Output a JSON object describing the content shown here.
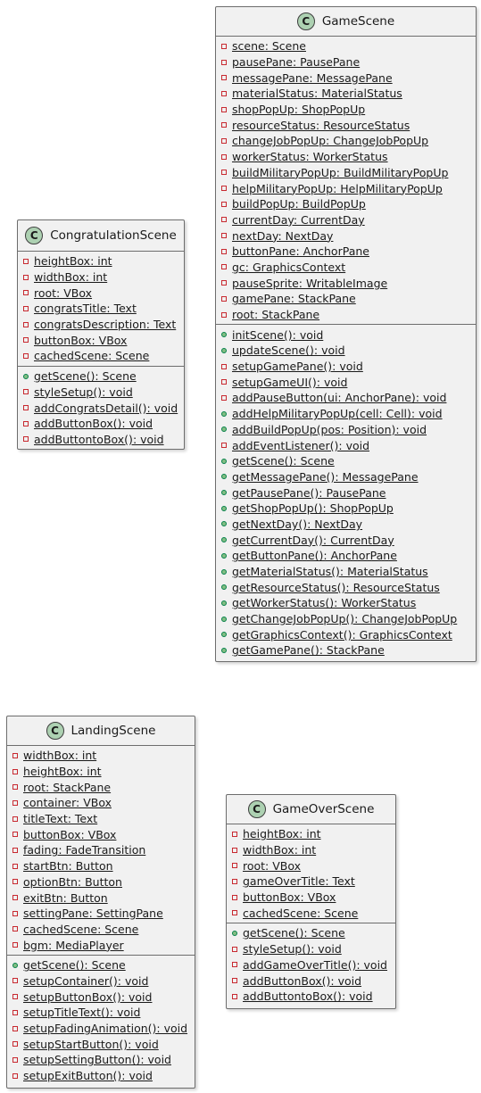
{
  "classes": {
    "congratulation": {
      "name": "CongratulationScene",
      "fields": [
        {
          "text": "heightBox: int",
          "visibility": "private"
        },
        {
          "text": "widthBox: int",
          "visibility": "private"
        },
        {
          "text": "root: VBox",
          "visibility": "private"
        },
        {
          "text": "congratsTitle: Text",
          "visibility": "private"
        },
        {
          "text": "congratsDescription: Text",
          "visibility": "private"
        },
        {
          "text": "buttonBox: VBox",
          "visibility": "private"
        },
        {
          "text": "cachedScene: Scene",
          "visibility": "private"
        }
      ],
      "methods": [
        {
          "text": "getScene(): Scene",
          "visibility": "public"
        },
        {
          "text": "styleSetup(): void",
          "visibility": "private"
        },
        {
          "text": "addCongratsDetail(): void",
          "visibility": "private"
        },
        {
          "text": "addButtonBox(): void",
          "visibility": "private"
        },
        {
          "text": "addButtontoBox(): void",
          "visibility": "private"
        }
      ]
    },
    "gameScene": {
      "name": "GameScene",
      "fields": [
        {
          "text": "scene: Scene",
          "visibility": "private"
        },
        {
          "text": "pausePane: PausePane",
          "visibility": "private"
        },
        {
          "text": "messagePane: MessagePane",
          "visibility": "private"
        },
        {
          "text": "materialStatus: MaterialStatus",
          "visibility": "private"
        },
        {
          "text": "shopPopUp: ShopPopUp",
          "visibility": "private"
        },
        {
          "text": "resourceStatus: ResourceStatus",
          "visibility": "private"
        },
        {
          "text": "changeJobPopUp: ChangeJobPopUp",
          "visibility": "private"
        },
        {
          "text": "workerStatus: WorkerStatus",
          "visibility": "private"
        },
        {
          "text": "buildMilitaryPopUp: BuildMilitaryPopUp",
          "visibility": "private"
        },
        {
          "text": "helpMilitaryPopUp: HelpMilitaryPopUp",
          "visibility": "private"
        },
        {
          "text": "buildPopUp: BuildPopUp",
          "visibility": "private"
        },
        {
          "text": "currentDay: CurrentDay",
          "visibility": "private"
        },
        {
          "text": "nextDay: NextDay",
          "visibility": "private"
        },
        {
          "text": "buttonPane: AnchorPane",
          "visibility": "private"
        },
        {
          "text": "gc: GraphicsContext",
          "visibility": "private"
        },
        {
          "text": "pauseSprite: WritableImage",
          "visibility": "private"
        },
        {
          "text": "gamePane: StackPane",
          "visibility": "private"
        },
        {
          "text": "root: StackPane",
          "visibility": "private"
        }
      ],
      "methods": [
        {
          "text": "initScene(): void",
          "visibility": "public"
        },
        {
          "text": "updateScene(): void",
          "visibility": "public"
        },
        {
          "text": "setupGamePane(): void",
          "visibility": "private"
        },
        {
          "text": "setupGameUI(): void",
          "visibility": "private"
        },
        {
          "text": "addPauseButton(ui: AnchorPane): void",
          "visibility": "private"
        },
        {
          "text": "addHelpMilitaryPopUp(cell: Cell): void",
          "visibility": "public"
        },
        {
          "text": "addBuildPopUp(pos: Position): void",
          "visibility": "public"
        },
        {
          "text": "addEventListener(): void",
          "visibility": "private"
        },
        {
          "text": "getScene(): Scene",
          "visibility": "public"
        },
        {
          "text": "getMessagePane(): MessagePane",
          "visibility": "public"
        },
        {
          "text": "getPausePane(): PausePane",
          "visibility": "public"
        },
        {
          "text": "getShopPopUp(): ShopPopUp",
          "visibility": "public"
        },
        {
          "text": "getNextDay(): NextDay",
          "visibility": "public"
        },
        {
          "text": "getCurrentDay(): CurrentDay",
          "visibility": "public"
        },
        {
          "text": "getButtonPane(): AnchorPane",
          "visibility": "public"
        },
        {
          "text": "getMaterialStatus(): MaterialStatus",
          "visibility": "public"
        },
        {
          "text": "getResourceStatus(): ResourceStatus",
          "visibility": "public"
        },
        {
          "text": "getWorkerStatus(): WorkerStatus",
          "visibility": "public"
        },
        {
          "text": "getChangeJobPopUp(): ChangeJobPopUp",
          "visibility": "public"
        },
        {
          "text": "getGraphicsContext(): GraphicsContext",
          "visibility": "public"
        },
        {
          "text": "getGamePane(): StackPane",
          "visibility": "public"
        }
      ]
    },
    "landing": {
      "name": "LandingScene",
      "fields": [
        {
          "text": "widthBox: int",
          "visibility": "private"
        },
        {
          "text": "heightBox: int",
          "visibility": "private"
        },
        {
          "text": "root: StackPane",
          "visibility": "private"
        },
        {
          "text": "container: VBox",
          "visibility": "private"
        },
        {
          "text": "titleText: Text",
          "visibility": "private"
        },
        {
          "text": "buttonBox: VBox",
          "visibility": "private"
        },
        {
          "text": "fading: FadeTransition",
          "visibility": "private"
        },
        {
          "text": "startBtn: Button",
          "visibility": "private"
        },
        {
          "text": "optionBtn: Button",
          "visibility": "private"
        },
        {
          "text": "exitBtn: Button",
          "visibility": "private"
        },
        {
          "text": "settingPane: SettingPane",
          "visibility": "private"
        },
        {
          "text": "cachedScene: Scene",
          "visibility": "private"
        },
        {
          "text": "bgm: MediaPlayer",
          "visibility": "private"
        }
      ],
      "methods": [
        {
          "text": "getScene(): Scene",
          "visibility": "public"
        },
        {
          "text": "setupContainer(): void",
          "visibility": "private"
        },
        {
          "text": "setupButtonBox(): void",
          "visibility": "private"
        },
        {
          "text": "setupTitleText(): void",
          "visibility": "private"
        },
        {
          "text": "setupFadingAnimation(): void",
          "visibility": "private"
        },
        {
          "text": "setupStartButton(): void",
          "visibility": "private"
        },
        {
          "text": "setupSettingButton(): void",
          "visibility": "private"
        },
        {
          "text": "setupExitButton(): void",
          "visibility": "private"
        }
      ]
    },
    "gameOver": {
      "name": "GameOverScene",
      "fields": [
        {
          "text": "heightBox: int",
          "visibility": "private"
        },
        {
          "text": "widthBox: int",
          "visibility": "private"
        },
        {
          "text": "root: VBox",
          "visibility": "private"
        },
        {
          "text": "gameOverTitle: Text",
          "visibility": "private"
        },
        {
          "text": "buttonBox: VBox",
          "visibility": "private"
        },
        {
          "text": "cachedScene: Scene",
          "visibility": "private"
        }
      ],
      "methods": [
        {
          "text": "getScene(): Scene",
          "visibility": "public"
        },
        {
          "text": "styleSetup(): void",
          "visibility": "private"
        },
        {
          "text": "addGameOverTitle(): void",
          "visibility": "private"
        },
        {
          "text": "addButtonBox(): void",
          "visibility": "private"
        },
        {
          "text": "addButtontoBox(): void",
          "visibility": "private"
        }
      ]
    }
  }
}
